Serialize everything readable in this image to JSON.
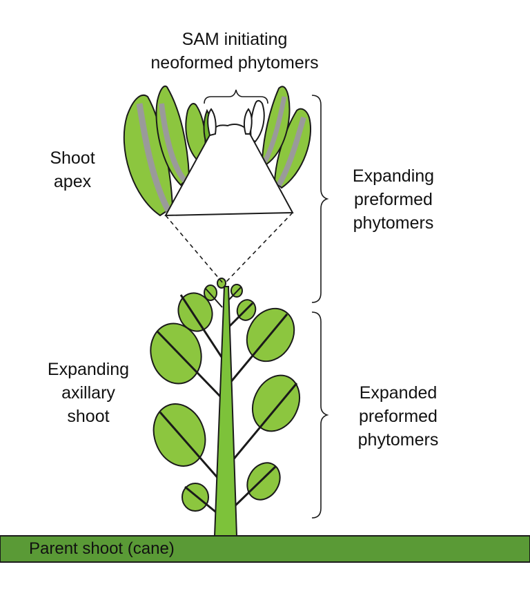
{
  "labels": {
    "sam": [
      "SAM initiating",
      "neoformed phytomers"
    ],
    "shoot_apex": [
      "Shoot",
      "apex"
    ],
    "expanding_preformed": [
      "Expanding",
      "preformed",
      "phytomers"
    ],
    "expanding_axillary": [
      "Expanding",
      "axillary",
      "shoot"
    ],
    "expanded_preformed": [
      "Expanded",
      "preformed",
      "phytomers"
    ],
    "parent_shoot": "Parent shoot (cane)"
  },
  "colors": {
    "leaf_light": "#8cc63f",
    "leaf_dark": "#6fb52c",
    "stem": "#7dc23a",
    "cane": "#5a9a36",
    "outline": "#1a1a1a",
    "vein_grey": "#9a9a9a"
  }
}
